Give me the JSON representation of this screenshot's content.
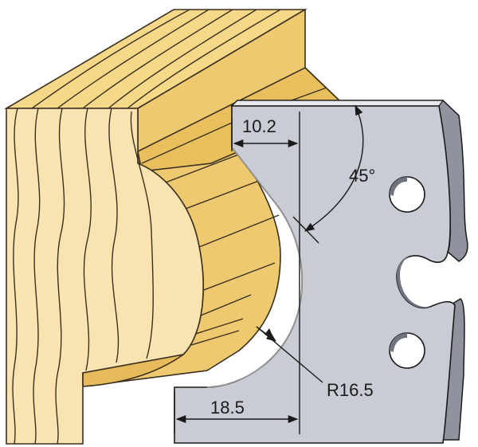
{
  "dimensions": {
    "top_width": "10.2",
    "angle": "45°",
    "radius": "R16.5",
    "bottom_width": "18.5"
  },
  "colors": {
    "wood_light": "#f8dfa6",
    "wood_face": "#f2cf78",
    "wood_dark": "#e0b454",
    "steel": "#c9ccd4",
    "steel_edge": "#8e939e",
    "steel_top": "#e6e8ee",
    "line": "#1a1a1a"
  }
}
